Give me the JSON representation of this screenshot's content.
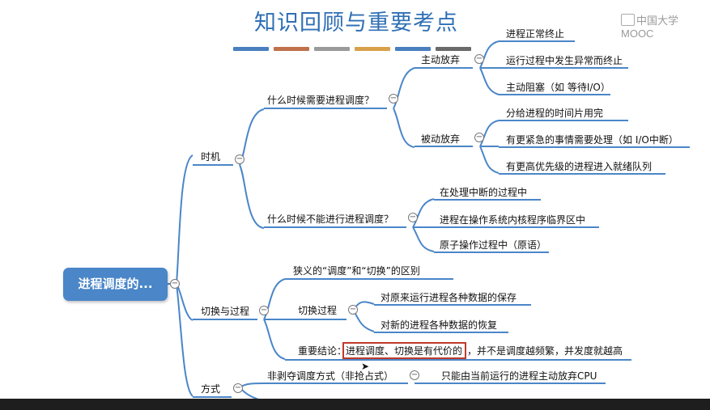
{
  "title": "知识回顾与重要考点",
  "watermark": "中国大学MOOC",
  "color_bars": [
    "#4a7fbf",
    "#c0704a",
    "#9a9a9a",
    "#d9a04a",
    "#4a7fbf",
    "#6a6a6a"
  ],
  "root": "进程调度的...",
  "timing": {
    "label": "时机",
    "when_needed": {
      "label": "什么时候需要进程调度？",
      "active": {
        "label": "主动放弃",
        "items": [
          "进程正常终止",
          "运行过程中发生异常而终止",
          "主动阻塞（如 等待I/O）"
        ]
      },
      "passive": {
        "label": "被动放弃",
        "items": [
          "分给进程的时间片用完",
          "有更紧急的事情需要处理（如 I/O中断）",
          "有更高优先级的进程进入就绪队列"
        ]
      }
    },
    "when_not": {
      "label": "什么时候不能进行进程调度？",
      "items": [
        "在处理中断的过程中",
        "进程在操作系统内核程序临界区中",
        "原子操作过程中（原语）"
      ]
    }
  },
  "switch": {
    "label": "切换与过程",
    "narrow": "狭义的“调度”和“切换”的区别",
    "process": {
      "label": "切换过程",
      "items": [
        "对原来运行进程各种数据的保存",
        "对新的进程各种数据的恢复"
      ]
    },
    "conclusion_label": "重要结论：",
    "conclusion_highlight": "进程调度、切换是有代价的",
    "conclusion_rest": "，并不是调度越频繁，并发度就越高"
  },
  "method": {
    "label": "方式",
    "nonpreemptive": "非剥夺调度方式（非抢占式）",
    "nonpreemptive_desc": "只能由当前运行的进程主动放弃CPU"
  },
  "collapse_symbol": "−",
  "cursor_symbol": "➤"
}
